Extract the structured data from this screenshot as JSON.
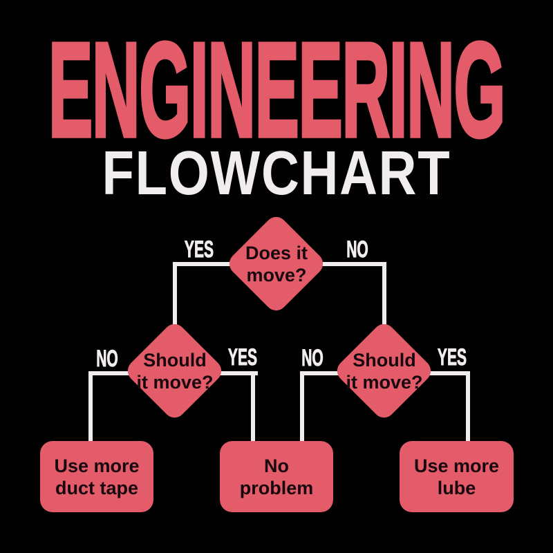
{
  "title": {
    "main": "ENGINEERING",
    "subtitle": "FLOWCHART"
  },
  "colors": {
    "background": "#010101",
    "title_main": "#e45c69",
    "title_sub": "#f1edee",
    "shape": "#e45c69",
    "shape_text": "#17090d",
    "connector": "#f1edee",
    "branch_label": "#f1edee"
  },
  "flowchart": {
    "decisions": [
      {
        "question": "Does it move?",
        "line1": "Does it",
        "line2": "move?",
        "yes_label": "Yes",
        "no_label": "No"
      },
      {
        "question": "Should it move?",
        "line1": "Should",
        "line2": "it move?",
        "yes_label": "Yes",
        "no_label": "No"
      },
      {
        "question": "Should it move?",
        "line1": "Should",
        "line2": "it move?",
        "yes_label": "Yes",
        "no_label": "No"
      }
    ],
    "outcomes": [
      {
        "text": "Use more duct tape",
        "line1": "Use more",
        "line2": "duct tape"
      },
      {
        "text": "No problem",
        "line1": "No",
        "line2": "problem"
      },
      {
        "text": "Use more lube",
        "line1": "Use more",
        "line2": "lube"
      }
    ]
  }
}
